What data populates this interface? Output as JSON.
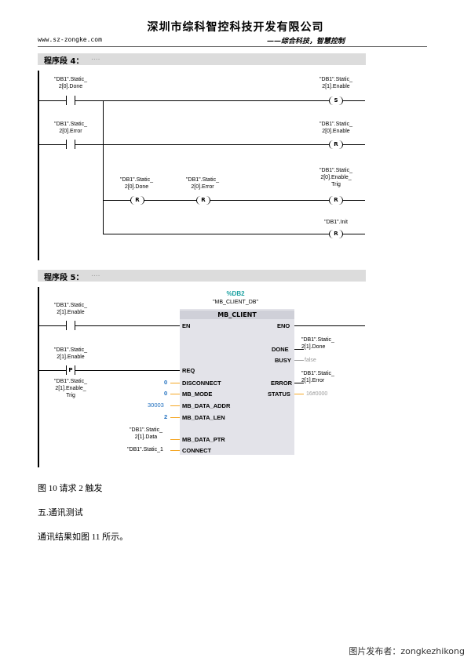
{
  "header": {
    "company": "深圳市综科智控科技开发有限公司",
    "url": "www.sz-zongke.com",
    "slogan": "——综合科技，智慧控制"
  },
  "network4": {
    "label": "程序段 4：",
    "comment": "....",
    "contact1": "\"DB1\".Static_\n2[0].Done",
    "coil1_tag": "\"DB1\".Static_\n2[1].Enable",
    "coil1_type": "S",
    "contact2": "\"DB1\".Static_\n2[0].Error",
    "coil2_tag": "\"DB1\".Static_\n2[0].Enable",
    "coil2_type": "R",
    "coil3_tag": "\"DB1\".Static_\n2[0].Done",
    "coil3_type": "R",
    "coil4_tag": "\"DB1\".Static_\n2[0].Error",
    "coil4_type": "R",
    "coil5_tag": "\"DB1\".Static_\n2[0].Enable_\nTrig",
    "coil5_type": "R",
    "coil6_tag": "\"DB1\".Init",
    "coil6_type": "R"
  },
  "network5": {
    "label": "程序段 5：",
    "comment": "....",
    "instance_db": "%DB2",
    "instance_name": "\"MB_CLIENT_DB\"",
    "block_name": "MB_CLIENT",
    "contact1": "\"DB1\".Static_\n2[1].Enable",
    "contact2": "\"DB1\".Static_\n2[1].Enable",
    "contact2_type": "P",
    "contact2_edge": "\"DB1\".Static_\n2[1].Enable_\nTrig",
    "pins_in": [
      "EN",
      "REQ",
      "DISCONNECT",
      "MB_MODE",
      "MB_DATA_ADDR",
      "MB_DATA_LEN",
      "MB_DATA_PTR",
      "CONNECT"
    ],
    "pins_out": [
      "ENO",
      "DONE",
      "BUSY",
      "ERROR",
      "STATUS"
    ],
    "val_disconnect": "0",
    "val_mode": "0",
    "val_addr": "30003",
    "val_len": "2",
    "val_ptr": "\"DB1\".Static_\n2[1].Data",
    "val_connect": "\"DB1\".Static_1",
    "out_done": "\"DB1\".Static_\n2[1].Done",
    "out_busy": "false",
    "out_error": "\"DB1\".Static_\n2[1].Error",
    "out_status": "16#0000",
    "color_value": "#1f6fbf",
    "color_wire": "#f5a623",
    "color_instance": "#1aa0a0"
  },
  "text": {
    "caption": "图 10 请求 2 触发",
    "heading": "五.通讯测试",
    "body": "通讯结果如图 11 所示。"
  },
  "footer": "图片发布者：zongkezhikong"
}
